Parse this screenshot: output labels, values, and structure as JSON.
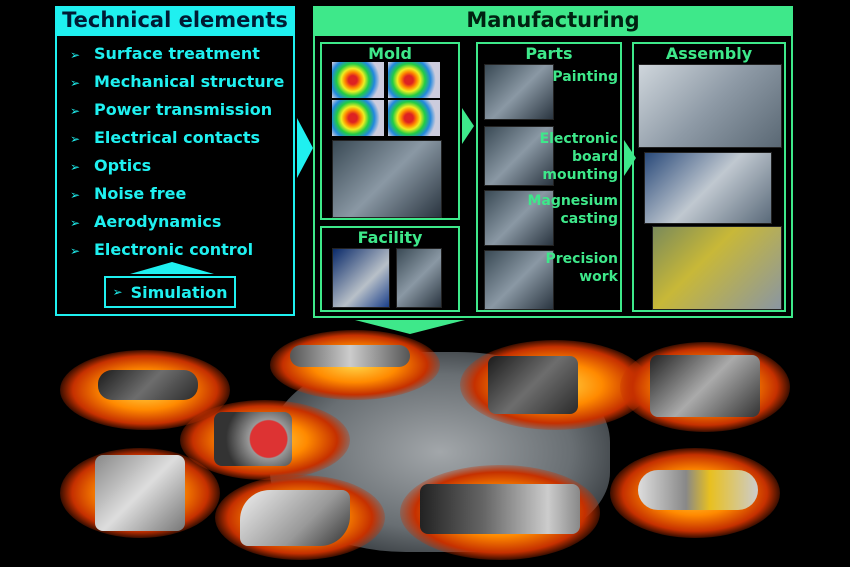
{
  "technical": {
    "title": "Technical elements",
    "items": [
      "Surface treatment",
      "Mechanical structure",
      "Power transmission",
      "Electrical contacts",
      "Optics",
      "Noise free",
      "Aerodynamics",
      "Electronic control"
    ],
    "bullet": "➢",
    "simulation": "Simulation"
  },
  "manufacturing": {
    "title": "Manufacturing",
    "mold": "Mold",
    "facility": "Facility",
    "parts": {
      "title": "Parts",
      "painting": "Painting",
      "electronic": "Electronic board mounting",
      "magnesium": "Magnesium casting",
      "precision": "Precision work"
    },
    "assembly": "Assembly"
  },
  "colors": {
    "cyan": "#1ff0f0",
    "green": "#3ee88a",
    "glow": "#ff8a00"
  }
}
